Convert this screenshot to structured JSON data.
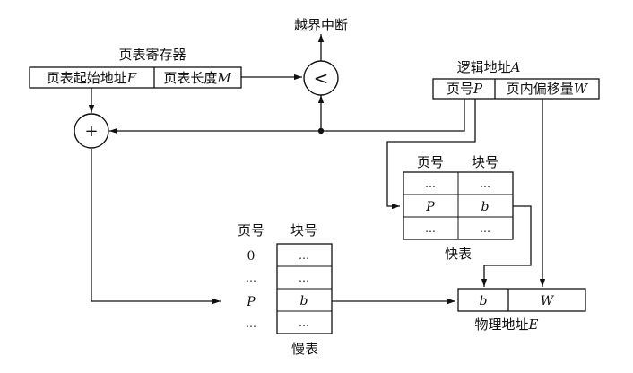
{
  "top": {
    "interrupt_label": "越界中断",
    "compare_symbol": "<",
    "adder_symbol": "+"
  },
  "page_table_register": {
    "title": "页表寄存器",
    "start_label": "页表起始地址",
    "start_var": "F",
    "length_label": "页表长度",
    "length_var": "M"
  },
  "logical_address": {
    "title": "逻辑地址",
    "title_var": "A",
    "page_label": "页号",
    "page_var": "P",
    "offset_label": "页内偏移量",
    "offset_var": "W"
  },
  "fast_table": {
    "title": "快表",
    "col_page": "页号",
    "col_block": "块号",
    "rows": [
      {
        "page": "…",
        "block": "…"
      },
      {
        "page": "P",
        "block": "b"
      },
      {
        "page": "…",
        "block": "…"
      }
    ]
  },
  "slow_table": {
    "title": "慢表",
    "col_page": "页号",
    "col_block": "块号",
    "rows": [
      {
        "page": "0",
        "block": "…"
      },
      {
        "page": "…",
        "block": "…"
      },
      {
        "page": "P",
        "block": "b"
      },
      {
        "page": "…",
        "block": "…"
      }
    ]
  },
  "physical_address": {
    "title": "物理地址",
    "title_var": "E",
    "block_var": "b",
    "offset_var": "W"
  }
}
